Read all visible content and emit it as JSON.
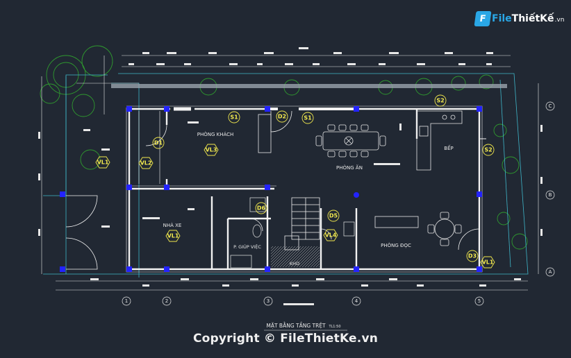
{
  "drawing": {
    "title": "MẶT BẰNG TẦNG TRỆT",
    "scale": "TL1:50",
    "copyright": "Copyright © FileThietKe.vn"
  },
  "logo": {
    "badge": "F",
    "name_a": "File",
    "name_b": "ThiếtKế",
    "tld": ".vn"
  },
  "rooms": {
    "living": "PHÒNG KHÁCH",
    "dining": "PHÒNG ĂN",
    "kitchen": "BẾP",
    "garage": "NHÀ XE",
    "maid": "P. GIÚP VIỆC",
    "storage": "KHO",
    "study": "PHÒNG ĐỌC"
  },
  "tags": {
    "s1a": "S1",
    "s1b": "S1",
    "s2a": "S2",
    "s2b": "S2",
    "d1": "D1",
    "d2": "D2",
    "d3": "D3",
    "d5": "D5",
    "d6": "D6",
    "vl1a": "VL1",
    "vl1b": "VL1",
    "vl1c": "VL1",
    "vl2": "VL2",
    "vl3": "VL3",
    "vl4": "VL4"
  },
  "axes_bottom": [
    "1",
    "2",
    "3",
    "4",
    "5"
  ],
  "axes_right": [
    "C",
    "B",
    "A"
  ],
  "colors": {
    "background": "#212833",
    "wall": "#f2f2f2",
    "column": "#2323ff",
    "tree": "#2f9a2f",
    "tag": "#f2e94e",
    "dim": "#e8e8e8",
    "cyan": "#3fb6c9"
  }
}
